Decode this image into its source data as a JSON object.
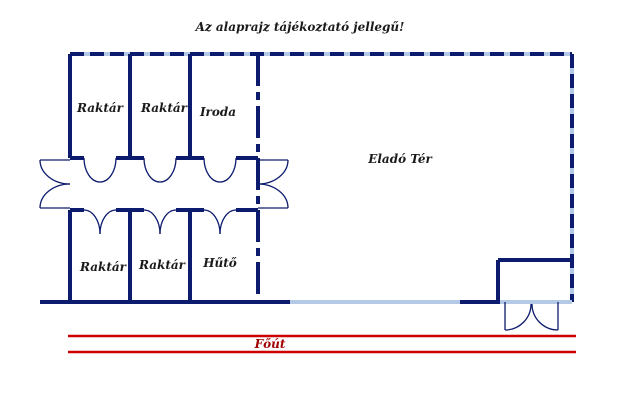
{
  "title": "Az alaprajz tájékoztató jellegű!",
  "rooms": {
    "raktar_top_1": "Raktár",
    "raktar_top_2": "Raktár",
    "iroda": "Iroda",
    "elado_ter": "Eladó Tér",
    "raktar_bottom_1": "Raktár",
    "raktar_bottom_2": "Raktár",
    "huto": "Hűtő"
  },
  "street": "Főút",
  "colors": {
    "wall": "#0d1b6e",
    "window": "#b3c9e6",
    "door": "#0d1b6e",
    "street_line": "#cc0000"
  }
}
